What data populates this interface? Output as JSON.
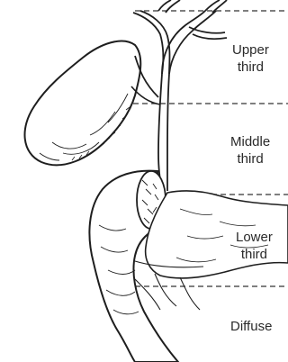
{
  "regions": [
    {
      "line1": "Upper",
      "line2": "third"
    },
    {
      "line1": "Middle",
      "line2": "third"
    },
    {
      "line1": "Lower",
      "line2": "third"
    },
    {
      "line1": "Diffuse",
      "line2": ""
    }
  ],
  "colors": {
    "ink": "#1e1e1e",
    "paper": "#ffffff",
    "dash": "#333333"
  }
}
